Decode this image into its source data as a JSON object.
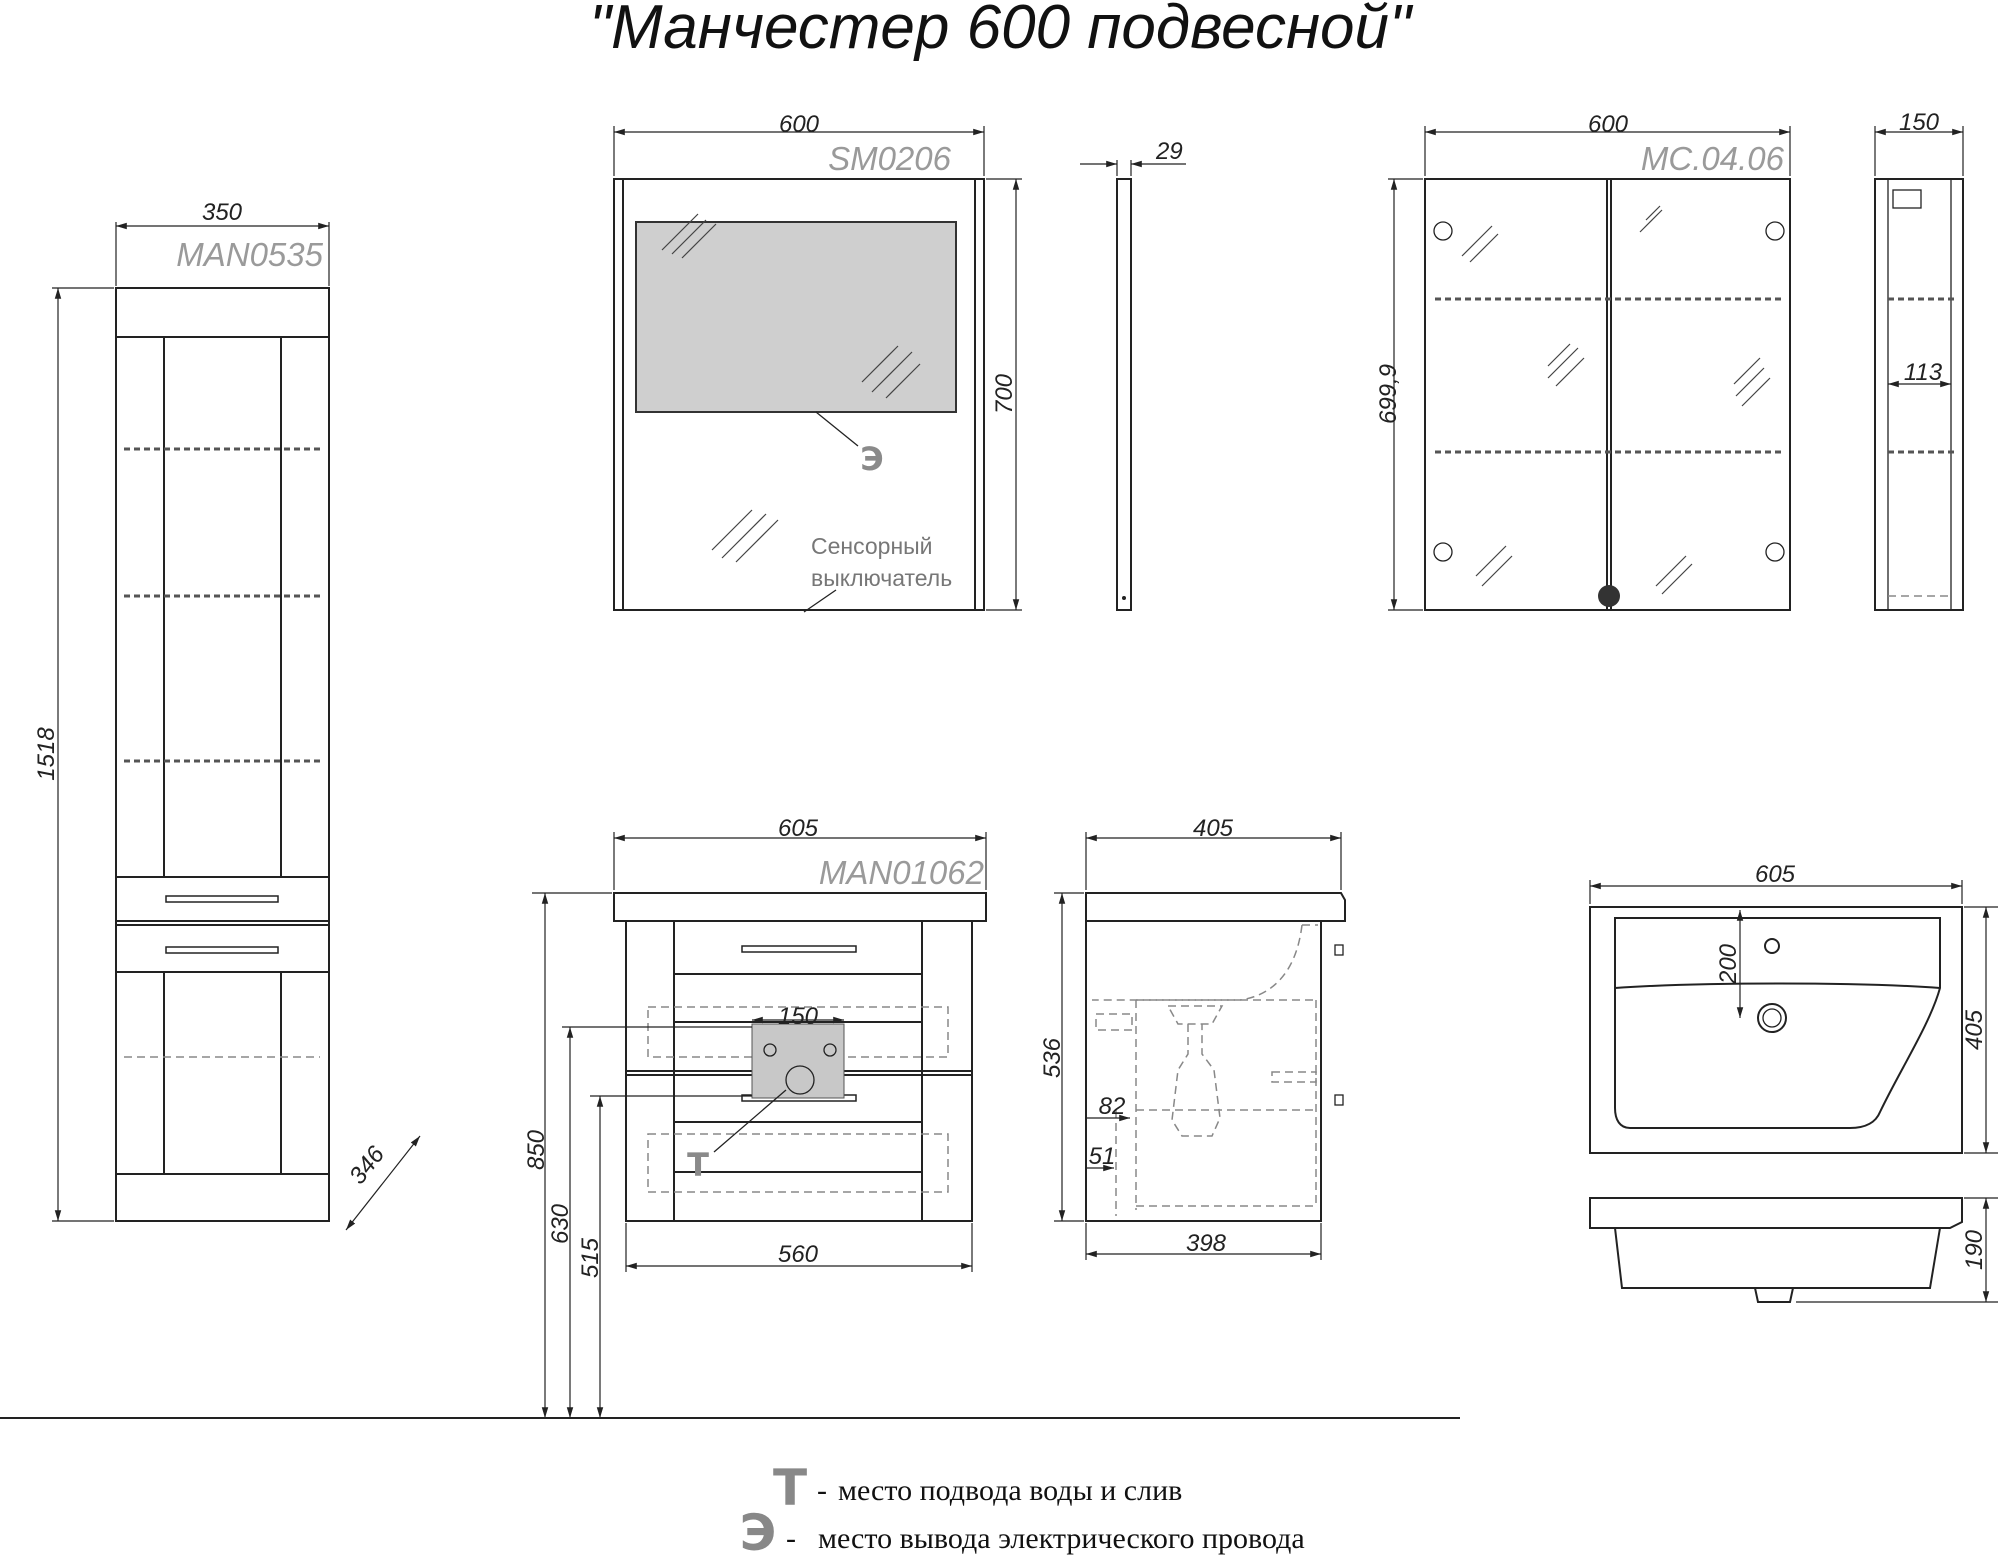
{
  "title": "\"Манчестер 600 подвесной\"",
  "products": {
    "column": {
      "code": "MAN0535",
      "width": "350",
      "height": "1518",
      "depth": "346"
    },
    "mirror": {
      "code": "SM0206",
      "width": "600",
      "height": "700",
      "depth": "29",
      "note_line1": "Сенсорный",
      "note_line2": "выключатель"
    },
    "cabinet": {
      "code": "MC.04.06",
      "width": "600",
      "height": "699,9",
      "depth": "150",
      "shelf_depth": "113"
    },
    "vanity": {
      "code": "MAN01062",
      "top_width": "605",
      "body_width": "560",
      "height_850": "850",
      "height_630": "630",
      "height_515": "515",
      "plumbing_width": "150"
    },
    "vanity_side": {
      "depth_top": "405",
      "depth_bottom": "398",
      "height": "536",
      "dim_82": "82",
      "dim_51": "51"
    },
    "sink": {
      "width": "605",
      "depth": "405",
      "height": "190",
      "tap_offset": "200"
    }
  },
  "markers": {
    "water": "Т",
    "electric": "Э"
  },
  "legend": [
    {
      "symbol": "Т",
      "dash": "-",
      "text": "место подвода воды и слив"
    },
    {
      "symbol": "Э",
      "dash": "-",
      "text": "место вывода электрического провода"
    }
  ]
}
